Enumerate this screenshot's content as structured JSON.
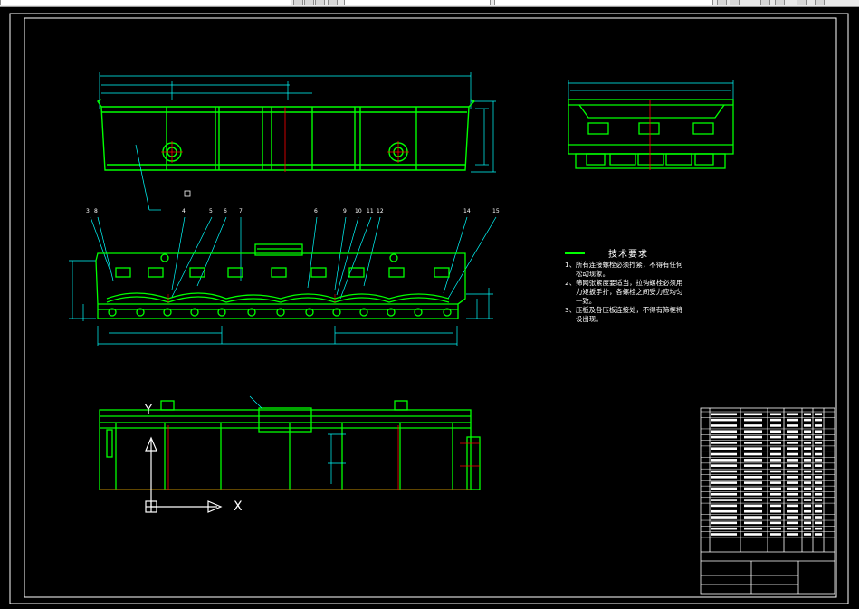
{
  "toolbar": {
    "field1": "",
    "field2": "",
    "field3": ""
  },
  "notes": {
    "title": "技术要求",
    "items": [
      {
        "num": "1、",
        "lines": [
          "所有连接螺栓必须拧紧，不得有任何",
          "松动现象。"
        ]
      },
      {
        "num": "2、",
        "lines": [
          "筛网张紧度要适当，拉钩螺栓必须用",
          "力矩扳手拧，各螺栓之间受力应均匀",
          "一致。"
        ]
      },
      {
        "num": "3、",
        "lines": [
          "压板及各压板连接处，不得有筛框将",
          "设出现。"
        ]
      }
    ]
  },
  "callouts": [
    "3",
    "8",
    "4",
    "5",
    "6",
    "7",
    "6",
    "9",
    "10",
    "11",
    "12",
    "14",
    "15"
  ],
  "ucs": {
    "y_label": "Y",
    "x_label": "X"
  },
  "colors": {
    "background": "#000000",
    "frame": "#ffffff",
    "geometry": "#00ff00",
    "dimension": "#00ffff",
    "centerline": "#ff0000",
    "text": "#ffffff"
  }
}
